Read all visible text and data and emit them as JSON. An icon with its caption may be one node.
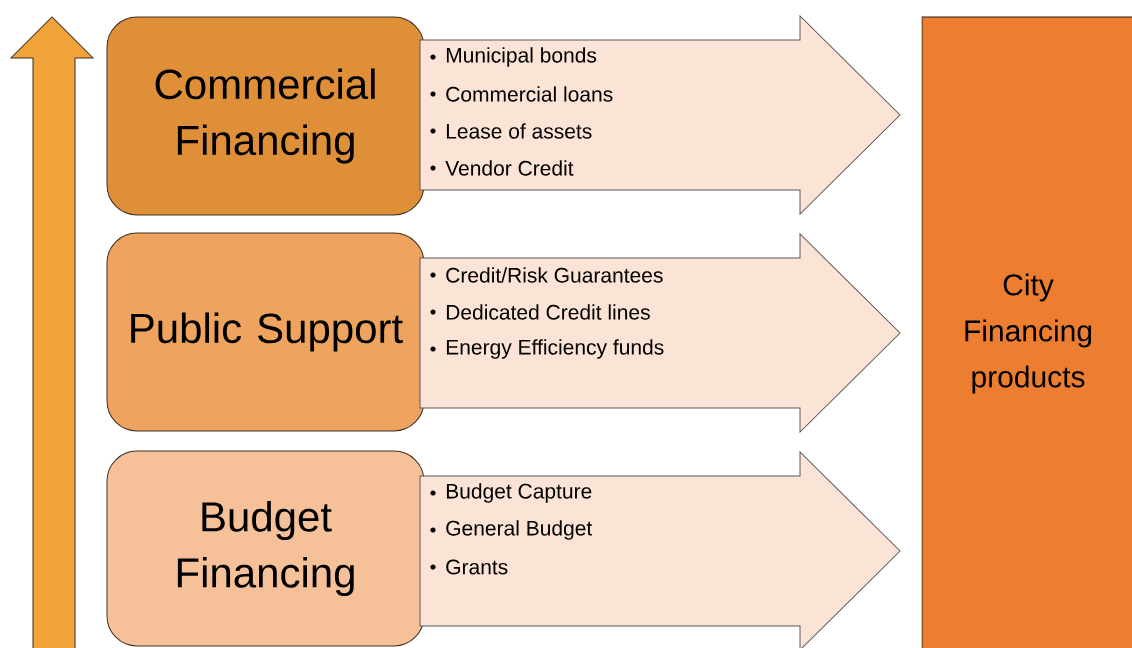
{
  "diagram": {
    "nodes": [
      {
        "text": [
          "Commercial Financing"
        ]
      },
      {
        "text": [
          "Public Support"
        ]
      },
      {
        "text": [
          "Budget Financing"
        ]
      },
      {
        "text": [
          "Municipal bonds",
          "Commercial loans",
          "Lease of assets",
          "Vendor Credit"
        ]
      },
      {
        "text": [
          "Credit/Risk Guarantees",
          "Dedicated Credit lines",
          "Energy Efficiency funds"
        ]
      },
      {
        "text": [
          "Budget Capture",
          "General Budget",
          "Grants"
        ]
      },
      {
        "text": [
          "City Financing products"
        ]
      }
    ]
  }
}
